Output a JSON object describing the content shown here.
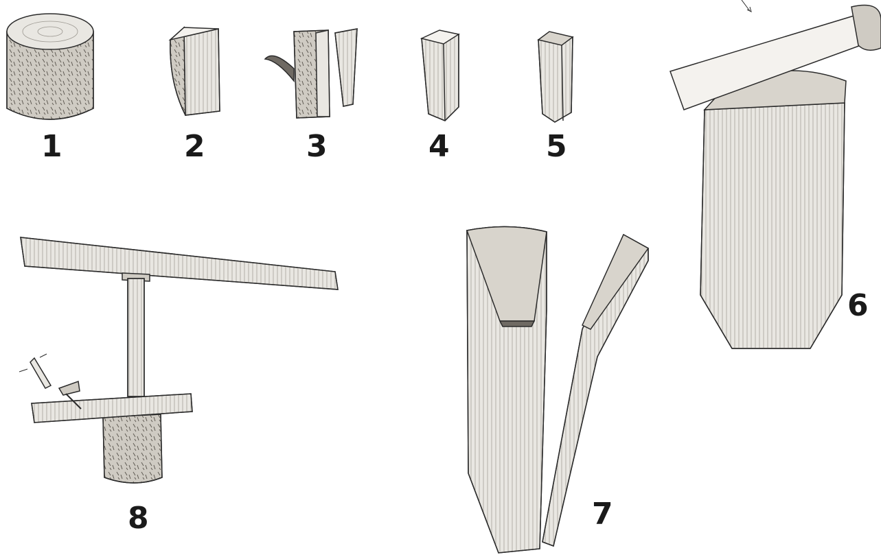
{
  "colors": {
    "ink": "#2b2b2b",
    "wood_light": "#e9e7e2",
    "wood_mid": "#cfcbc3",
    "bark": "#6f6a63",
    "paper": "#ffffff"
  },
  "figures": [
    {
      "label": "1",
      "depicts": "log-section-icon"
    },
    {
      "label": "2",
      "depicts": "split-half-log-icon"
    },
    {
      "label": "3",
      "depicts": "splitting-off-bark-icon"
    },
    {
      "label": "4",
      "depicts": "split-stave-icon"
    },
    {
      "label": "5",
      "depicts": "trimmed-stave-icon"
    },
    {
      "label": "6",
      "depicts": "froe-splitting-block-icon"
    },
    {
      "label": "7",
      "depicts": "split-open-stave-icon"
    },
    {
      "label": "8",
      "depicts": "spring-pole-lathe-icon"
    }
  ]
}
